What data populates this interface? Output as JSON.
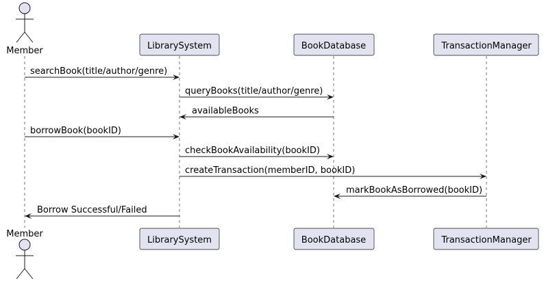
{
  "diagram": {
    "participants": [
      {
        "id": "member",
        "label": "Member",
        "kind": "actor"
      },
      {
        "id": "library",
        "label": "LibrarySystem",
        "kind": "participant"
      },
      {
        "id": "bookdb",
        "label": "BookDatabase",
        "kind": "participant"
      },
      {
        "id": "txn",
        "label": "TransactionManager",
        "kind": "participant"
      }
    ],
    "messages": [
      {
        "from": "member",
        "to": "library",
        "label": "searchBook(title/author/genre)"
      },
      {
        "from": "library",
        "to": "bookdb",
        "label": "queryBooks(title/author/genre)"
      },
      {
        "from": "bookdb",
        "to": "library",
        "label": "availableBooks"
      },
      {
        "from": "member",
        "to": "library",
        "label": "borrowBook(bookID)"
      },
      {
        "from": "library",
        "to": "bookdb",
        "label": "checkBookAvailability(bookID)"
      },
      {
        "from": "library",
        "to": "txn",
        "label": "createTransaction(memberID, bookID)"
      },
      {
        "from": "txn",
        "to": "bookdb",
        "label": "markBookAsBorrowed(bookID)"
      },
      {
        "from": "library",
        "to": "member",
        "label": "Borrow Successful/Failed"
      }
    ],
    "colors": {
      "box_fill": "#e2e2f0",
      "line": "#181818"
    }
  }
}
